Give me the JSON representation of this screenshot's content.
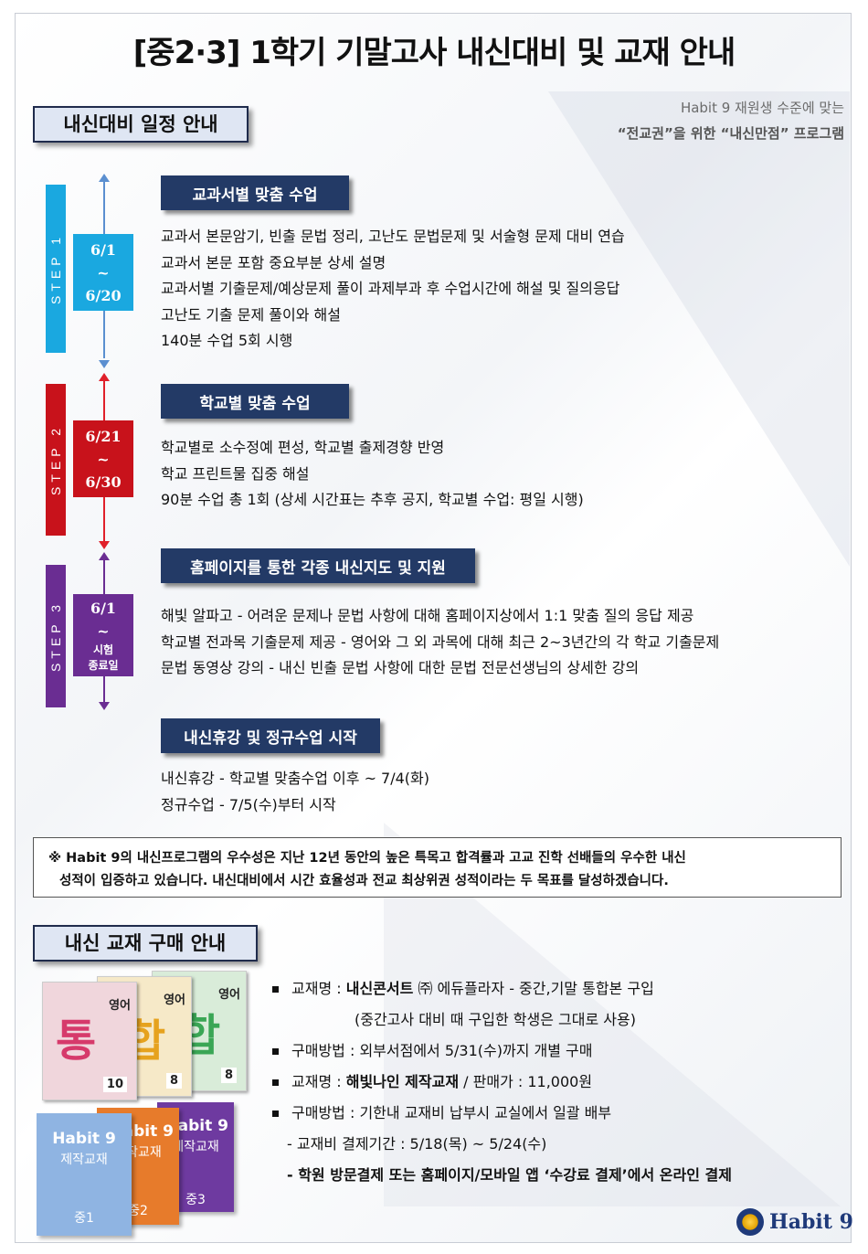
{
  "title": "[중2·3]  1학기 기말고사 내신대비 및 교재 안내",
  "tagline": {
    "line1": "Habit 9 재원생 수준에 맞는",
    "line2": "“전교권”을 위한 “내신만점” 프로그램"
  },
  "schedule_header": "내신대비 일정 안내",
  "steps": [
    {
      "step_label": "STEP 1",
      "color": "#1aa8e0",
      "date_from": "6/1",
      "tilde": "~",
      "date_to": "6/20",
      "heading": "교과서별 맞춤 수업",
      "lines": [
        "교과서 본문암기, 빈출 문법 정리, 고난도 문법문제 및 서술형 문제 대비 연습",
        "교과서 본문 포함 중요부분 상세 설명",
        "교과서별 기출문제/예상문제 풀이 과제부과 후 수업시간에 해설 및 질의응답",
        "고난도 기출 문제 풀이와 해설",
        "140분 수업  5회 시행"
      ]
    },
    {
      "step_label": "STEP 2",
      "color": "#c8121b",
      "date_from": "6/21",
      "tilde": "~",
      "date_to": "6/30",
      "heading": "학교별 맞춤 수업",
      "lines": [
        "학교별로 소수정예 편성, 학교별 출제경향 반영",
        "학교 프린트물 집중 해설",
        "90분 수업 총 1회  (상세 시간표는 추후 공지, 학교별 수업: 평일 시행)"
      ]
    },
    {
      "step_label": "STEP 3",
      "color": "#6a2d92",
      "date_from": "6/1",
      "tilde": "~",
      "date_to": "시험\n종료일",
      "heading": "홈페이지를 통한 각종 내신지도 및 지원",
      "lines": [
        "해빛 알파고  -   어려운  문제나 문법 사항에 대해 홈페이지상에서 1:1 맞춤 질의 응답 제공",
        "학교별 전과목 기출문제 제공  -  영어와 그 외 과목에 대해 최근 2~3년간의 각 학교 기출문제",
        "문법 동영상 강의  -  내신 빈출 문법 사항에 대한 문법 전문선생님의 상세한 강의"
      ]
    }
  ],
  "break": {
    "heading": "내신휴강 및 정규수업 시작",
    "lines": [
      "내신휴강 -  학교별 맞춤수업 이후 ~ 7/4(화)",
      "정규수업 -  7/5(수)부터  시작"
    ]
  },
  "notice": {
    "line1": "※  Habit 9의 내신프로그램의 우수성은 지난 12년 동안의  높은 특목고 합격률과 고교 진학 선배들의 우수한 내신",
    "line2": "성적이 입증하고 있습니다. 내신대비에서 시간 효율성과 전교 최상위권 성적이라는 두 목표를 달성하겠습니다."
  },
  "textbook_header": "내신 교재 구매 안내",
  "books": {
    "concert": [
      {
        "big": "통",
        "lang": "영어",
        "num": "10",
        "color": "#d63a6b"
      },
      {
        "big": "합",
        "lang": "영어",
        "num": "8",
        "color": "#e6a21e"
      },
      {
        "big": "합",
        "lang": "영어",
        "num": "8",
        "color": "#3aa655"
      }
    ],
    "habit": [
      {
        "title": "Habit 9",
        "sub": "제작교재",
        "grade": "중1",
        "color": "#8fb4e2"
      },
      {
        "title": "Habit 9",
        "sub": "제작교재",
        "grade": "중2",
        "color": "#e77b2b"
      },
      {
        "title": "Habit 9",
        "sub": "제작교재",
        "grade": "중3",
        "color": "#6e3aa0"
      }
    ]
  },
  "purchase": {
    "item1_label": "교재명 : ",
    "item1_bold": "내신콘서트",
    "item1_rest": " ㈜ 에듀플라자 -  중간,기말  통합본 구입",
    "item1_note": "(중간고사 대비 때  구입한  학생은 그대로 사용)",
    "item2": "구매방법 : 외부서점에서 5/31(수)까지 개별 구매",
    "item3_label": "교재명 : ",
    "item3_bold": "해빛나인 제작교재",
    "item3_rest": " / 판매가 : 11,000원",
    "item4": "구매방법 : 기한내 교재비 납부시  교실에서 일괄 배부",
    "sub1": "- 교재비 결제기간 : 5/18(목) ~ 5/24(수)",
    "sub2": "- 학원 방문결제 또는 홈페이지/모바일 앱 ‘수강료 결제’에서 온라인 결제"
  },
  "logo_text": "Habit 9"
}
